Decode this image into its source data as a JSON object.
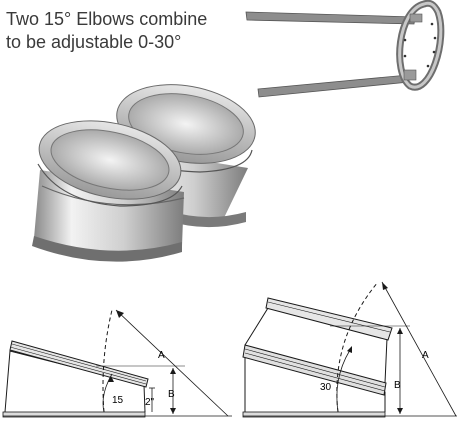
{
  "caption": {
    "line1": "Two 15° Elbows combine",
    "line2": "to be adjustable 0-30°"
  },
  "diagram_15": {
    "angle_label": "15",
    "length_label": "2\"",
    "dim_a": "A",
    "dim_b": "B"
  },
  "diagram_30": {
    "angle_label": "30",
    "dim_a": "A",
    "dim_b": "B"
  },
  "colors": {
    "metal_light": "#d9d9d9",
    "metal_mid": "#a9a9a9",
    "metal_dark": "#6e6e6e",
    "line": "#1a1a1a"
  }
}
